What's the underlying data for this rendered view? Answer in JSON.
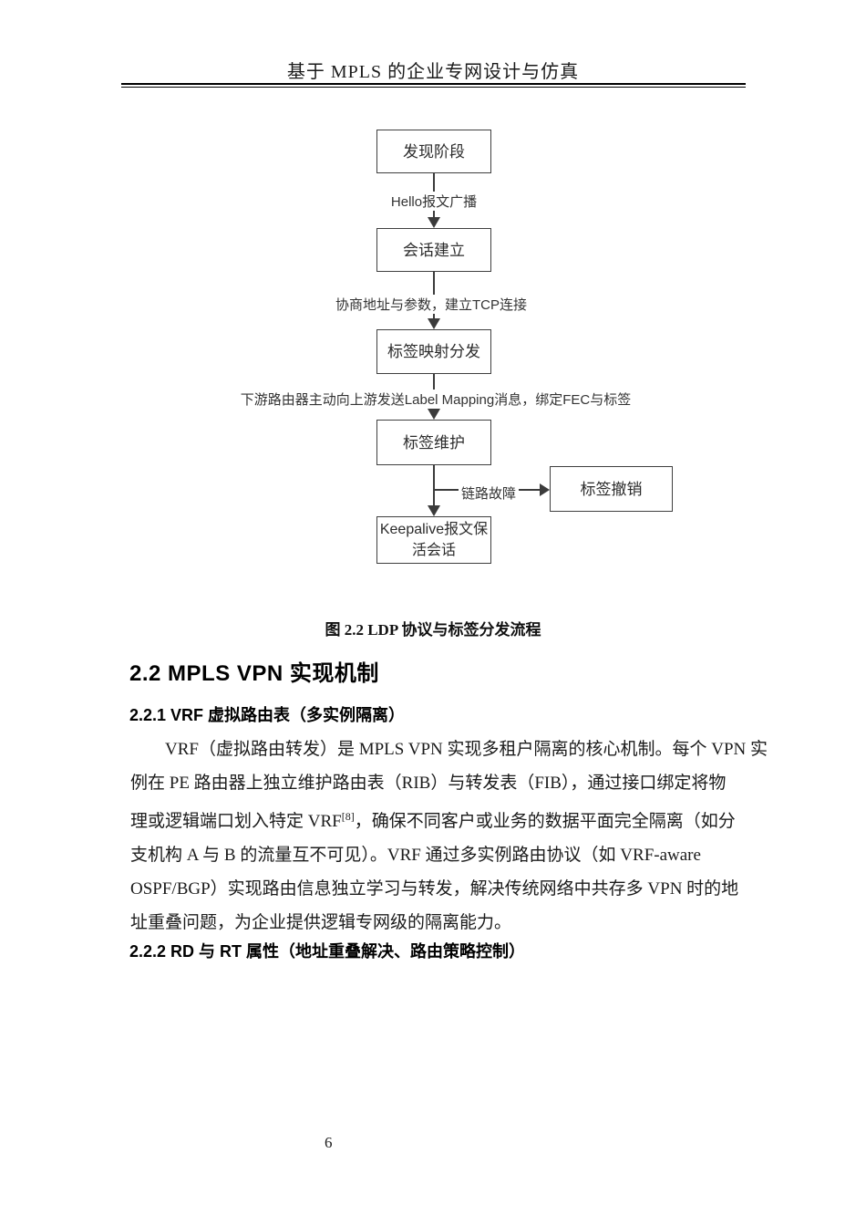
{
  "page": {
    "header_title": "基于 MPLS 的企业专网设计与仿真",
    "page_number": "6"
  },
  "flowchart": {
    "nodes": [
      {
        "id": "discovery",
        "label": "发现阶段"
      },
      {
        "id": "session",
        "label": "会话建立"
      },
      {
        "id": "mapping",
        "label": "标签映射分发"
      },
      {
        "id": "maintenance",
        "label": "标签维护"
      },
      {
        "id": "withdraw",
        "label": "标签撤销"
      },
      {
        "id": "keepalive",
        "label": "Keepalive报文保活会话"
      }
    ],
    "edges": [
      {
        "from": "discovery",
        "to": "session",
        "label": "Hello报文广播"
      },
      {
        "from": "session",
        "to": "mapping",
        "label": "协商地址与参数，建立TCP连接"
      },
      {
        "from": "mapping",
        "to": "maintenance",
        "label": "下游路由器主动向上游发送Label Mapping消息，绑定FEC与标签"
      },
      {
        "from": "maintenance",
        "to": "withdraw",
        "label": "链路故障"
      },
      {
        "from": "maintenance",
        "to": "keepalive",
        "label": ""
      }
    ]
  },
  "figure": {
    "caption": "图 2.2 LDP 协议与标签分发流程"
  },
  "sections": {
    "h2": "2.2 MPLS VPN 实现机制",
    "h3_1": "2.2.1 VRF 虚拟路由表（多实例隔离）",
    "h3_2": "2.2.2 RD 与 RT 属性（地址重叠解决、路由策略控制）"
  },
  "paragraph": {
    "line1": "VRF（虚拟路由转发）是 MPLS VPN 实现多租户隔离的核心机制。每个 VPN 实",
    "line2": "例在 PE 路由器上独立维护路由表（RIB）与转发表（FIB），通过接口绑定将物",
    "line3_pre": "理或逻辑端口划入特定 VRF",
    "line3_sup": "[8]",
    "line3_post": "，确保不同客户或业务的数据平面完全隔离（如分",
    "line4": "支机构 A 与 B 的流量互不可见）。VRF 通过多实例路由协议（如 VRF-aware",
    "line5": "OSPF/BGP）实现路由信息独立学习与转发，解决传统网络中共存多 VPN 时的地",
    "line6": "址重叠问题，为企业提供逻辑专网级的隔离能力。"
  }
}
